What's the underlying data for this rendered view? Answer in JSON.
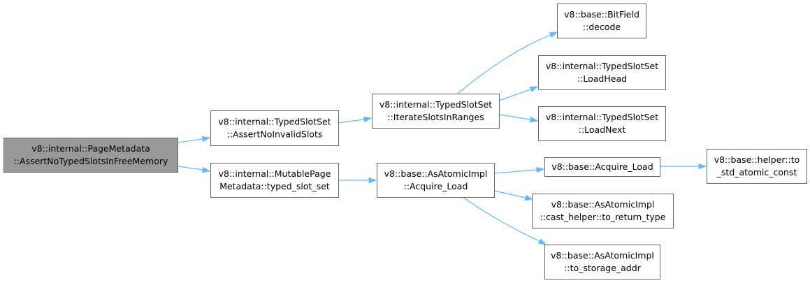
{
  "diagram": {
    "type": "call-graph",
    "edge_color": "#63b8ff",
    "root_fill": "#999999",
    "node_border": "#666666",
    "nodes": [
      {
        "id": "root",
        "lines": [
          "v8::internal::PageMetadata",
          "::AssertNoTypedSlotsInFreeMemory"
        ],
        "highlighted": true
      },
      {
        "id": "assert_no_invalid",
        "lines": [
          "v8::internal::TypedSlotSet",
          "::AssertNoInvalidSlots"
        ]
      },
      {
        "id": "typed_slot_set",
        "lines": [
          "v8::internal::MutablePage",
          "Metadata::typed_slot_set"
        ]
      },
      {
        "id": "iterate_slots",
        "lines": [
          "v8::internal::TypedSlotSet",
          "::IterateSlotsInRanges"
        ]
      },
      {
        "id": "atomic_acquire_load",
        "lines": [
          "v8::base::AsAtomicImpl",
          "::Acquire_Load"
        ]
      },
      {
        "id": "bitfield_decode",
        "lines": [
          "v8::base::BitField",
          "::decode"
        ]
      },
      {
        "id": "load_head",
        "lines": [
          "v8::internal::TypedSlotSet",
          "::LoadHead"
        ]
      },
      {
        "id": "load_next",
        "lines": [
          "v8::internal::TypedSlotSet",
          "::LoadNext"
        ]
      },
      {
        "id": "base_acquire_load",
        "lines": [
          "v8::base::Acquire_Load"
        ]
      },
      {
        "id": "to_return_type",
        "lines": [
          "v8::base::AsAtomicImpl",
          "::cast_helper::to_return_type"
        ]
      },
      {
        "id": "to_storage_addr",
        "lines": [
          "v8::base::AsAtomicImpl",
          "::to_storage_addr"
        ]
      },
      {
        "id": "to_std_atomic_const",
        "lines": [
          "v8::base::helper::to",
          "_std_atomic_const"
        ]
      }
    ],
    "edges": [
      {
        "from": "root",
        "to": "assert_no_invalid"
      },
      {
        "from": "root",
        "to": "typed_slot_set"
      },
      {
        "from": "assert_no_invalid",
        "to": "iterate_slots"
      },
      {
        "from": "typed_slot_set",
        "to": "atomic_acquire_load"
      },
      {
        "from": "iterate_slots",
        "to": "bitfield_decode"
      },
      {
        "from": "iterate_slots",
        "to": "load_head"
      },
      {
        "from": "iterate_slots",
        "to": "load_next"
      },
      {
        "from": "atomic_acquire_load",
        "to": "base_acquire_load"
      },
      {
        "from": "atomic_acquire_load",
        "to": "to_return_type"
      },
      {
        "from": "atomic_acquire_load",
        "to": "to_storage_addr"
      },
      {
        "from": "base_acquire_load",
        "to": "to_std_atomic_const"
      }
    ]
  }
}
